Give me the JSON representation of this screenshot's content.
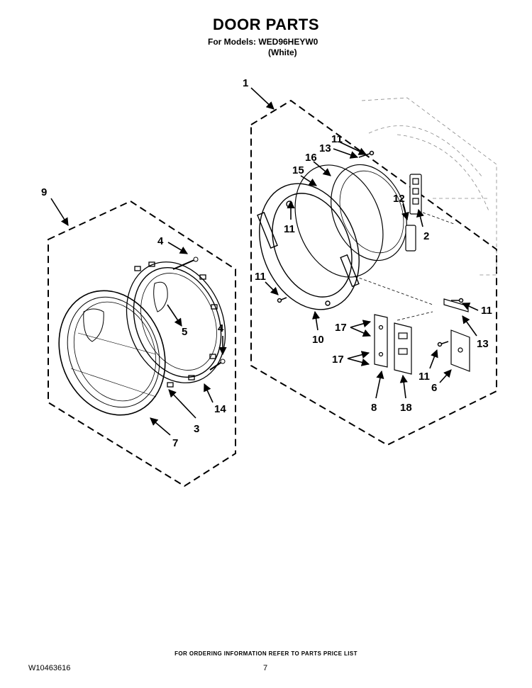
{
  "header": {
    "title": "DOOR PARTS",
    "models_line": "For Models: WED96HEYW0",
    "color_line": "(White)"
  },
  "callouts": {
    "c1": "1",
    "c2": "2",
    "c3": "3",
    "c4a": "4",
    "c4b": "4",
    "c5": "5",
    "c6": "6",
    "c7": "7",
    "c8": "8",
    "c9": "9",
    "c10": "10",
    "c11a": "11",
    "c11b": "11",
    "c11c": "11",
    "c11d": "11",
    "c11e": "11",
    "c12": "12",
    "c13a": "13",
    "c13b": "13",
    "c14": "14",
    "c15": "15",
    "c16": "16",
    "c17a": "17",
    "c17b": "17",
    "c18": "18"
  },
  "footer": {
    "ordering_note": "FOR ORDERING INFORMATION REFER TO PARTS PRICE LIST",
    "doc_number": "W10463616",
    "page_number": "7"
  }
}
